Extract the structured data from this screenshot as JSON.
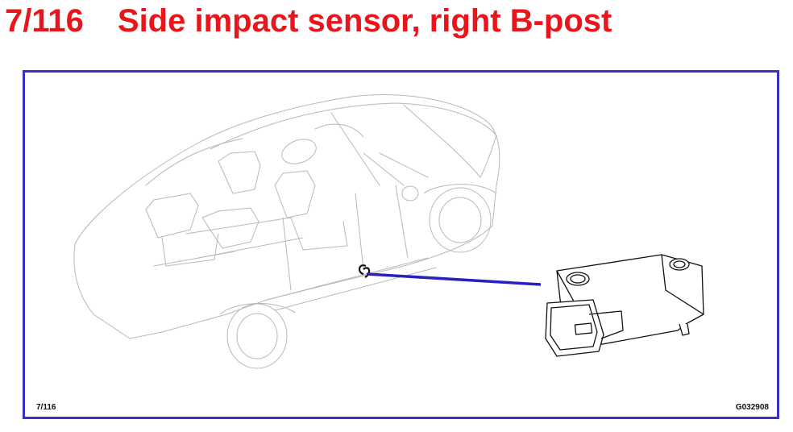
{
  "header": {
    "figure_number": "7/116",
    "title": "Side impact sensor, right B-post"
  },
  "figure": {
    "ref_left": "7/116",
    "ref_right": "G032908",
    "frame_color": "#3a2fc6",
    "leader_color": "#2a1fbf",
    "title_color": "#e8161c",
    "line_color": "#b8b8b8"
  }
}
